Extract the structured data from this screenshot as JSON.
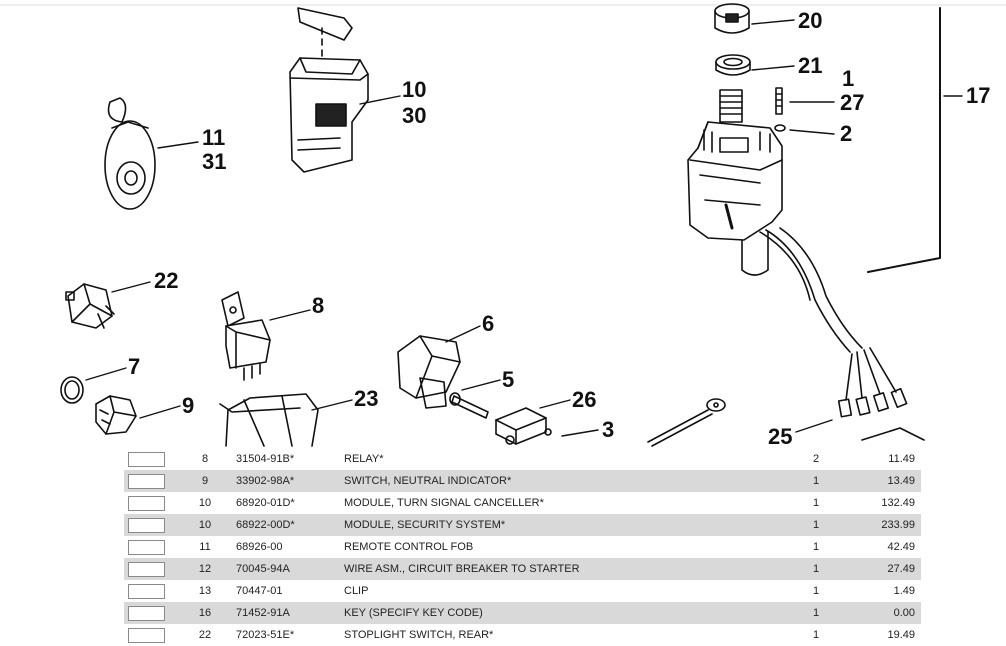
{
  "diagram": {
    "callouts": [
      {
        "id": "20",
        "text": "20"
      },
      {
        "id": "21",
        "text": "21"
      },
      {
        "id": "1",
        "text": "1"
      },
      {
        "id": "27",
        "text": "27"
      },
      {
        "id": "2",
        "text": "2"
      },
      {
        "id": "17",
        "text": "17"
      },
      {
        "id": "10",
        "text": "10"
      },
      {
        "id": "30",
        "text": "30"
      },
      {
        "id": "11",
        "text": "11"
      },
      {
        "id": "31",
        "text": "31"
      },
      {
        "id": "22",
        "text": "22"
      },
      {
        "id": "8",
        "text": "8"
      },
      {
        "id": "6",
        "text": "6"
      },
      {
        "id": "7",
        "text": "7"
      },
      {
        "id": "5",
        "text": "5"
      },
      {
        "id": "26",
        "text": "26"
      },
      {
        "id": "9",
        "text": "9"
      },
      {
        "id": "23",
        "text": "23"
      },
      {
        "id": "3",
        "text": "3"
      },
      {
        "id": "25",
        "text": "25"
      }
    ]
  },
  "parts": [
    {
      "ref": "8",
      "part": "31504-91B*",
      "description": "RELAY*",
      "qty": "2",
      "price": "11.49"
    },
    {
      "ref": "9",
      "part": "33902-98A*",
      "description": "SWITCH, NEUTRAL INDICATOR*",
      "qty": "1",
      "price": "13.49"
    },
    {
      "ref": "10",
      "part": "68920-01D*",
      "description": "MODULE, TURN SIGNAL CANCELLER*",
      "qty": "1",
      "price": "132.49"
    },
    {
      "ref": "10",
      "part": "68922-00D*",
      "description": "MODULE, SECURITY SYSTEM*",
      "qty": "1",
      "price": "233.99"
    },
    {
      "ref": "11",
      "part": "68926-00",
      "description": "REMOTE CONTROL FOB",
      "qty": "1",
      "price": "42.49"
    },
    {
      "ref": "12",
      "part": "70045-94A",
      "description": "WIRE ASM., CIRCUIT BREAKER TO STARTER",
      "qty": "1",
      "price": "27.49"
    },
    {
      "ref": "13",
      "part": "70447-01",
      "description": "CLIP",
      "qty": "1",
      "price": "1.49"
    },
    {
      "ref": "16",
      "part": "71452-91A",
      "description": "KEY (SPECIFY KEY CODE)",
      "qty": "1",
      "price": "0.00"
    },
    {
      "ref": "22",
      "part": "72023-51E*",
      "description": "STOPLIGHT SWITCH, REAR*",
      "qty": "1",
      "price": "19.49"
    }
  ]
}
